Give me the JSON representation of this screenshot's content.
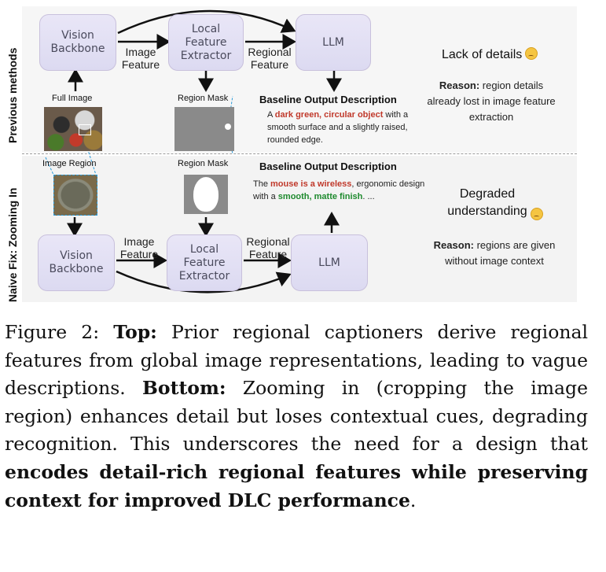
{
  "figure": {
    "top_row_label": "Previous methods",
    "bottom_row_label": "Naive Fix: Zooming In",
    "top": {
      "vision_backbone": "Vision\nBackbone",
      "local_feature_extractor": "Local\nFeature\nExtractor",
      "llm": "LLM",
      "image_feature": "Image\nFeature",
      "regional_feature": "Regional\nFeature",
      "full_image": "Full Image",
      "region_mask": "Region Mask",
      "output_heading": "Baseline Output Description",
      "output_pre": "A ",
      "output_red": "dark green, circular object",
      "output_post": " with a smooth surface and a slightly raised, rounded edge.",
      "verdict": "Lack of details",
      "reason_bold": "Reason:",
      "reason_text": " region details already lost in image feature extraction"
    },
    "bottom": {
      "vision_backbone": "Vision\nBackbone",
      "local_feature_extractor": "Local\nFeature\nExtractor",
      "llm": "LLM",
      "image_feature": "Image\nFeature",
      "regional_feature": "Regional\nFeature",
      "image_region": "Image Region",
      "region_mask": "Region Mask",
      "output_heading": "Baseline Output Description",
      "output_pre": "The ",
      "output_red": "mouse is a wireless",
      "output_mid": ", ergonomic design with a ",
      "output_green": "smooth, matte finish",
      "output_post": ". ...",
      "verdict": "Degraded\nunderstanding",
      "reason_bold": "Reason:",
      "reason_text": " regions are given without image context"
    },
    "icons": [
      "sad-face-emoji",
      "sad-face-emoji"
    ]
  },
  "caption": {
    "label": "Figure 2: ",
    "top_bold": "Top:",
    "top_text": " Prior regional captioners derive regional features from global image representations, leading to vague descriptions. ",
    "bottom_bold": "Bottom:",
    "bottom_text": " Zooming in (cropping the image region) enhances detail but loses contextual cues, degrading recognition. This underscores the need for a design that ",
    "bold_end": "encodes detail-rich regional features while preserving context for improved DLC performance",
    "end": "."
  }
}
